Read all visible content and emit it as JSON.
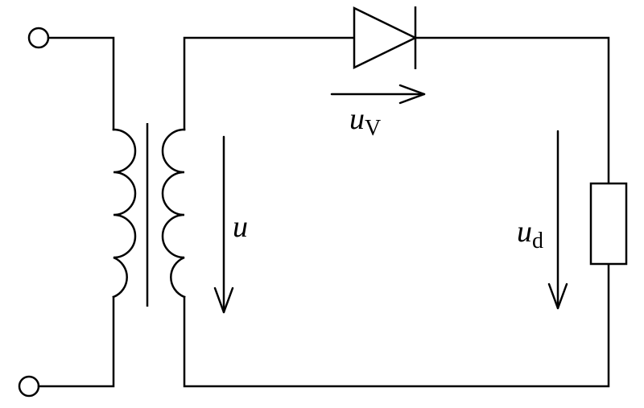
{
  "labels": {
    "u": "u",
    "uv_main": "u",
    "uv_sub": "V",
    "ud_main": "u",
    "ud_sub": "d"
  }
}
